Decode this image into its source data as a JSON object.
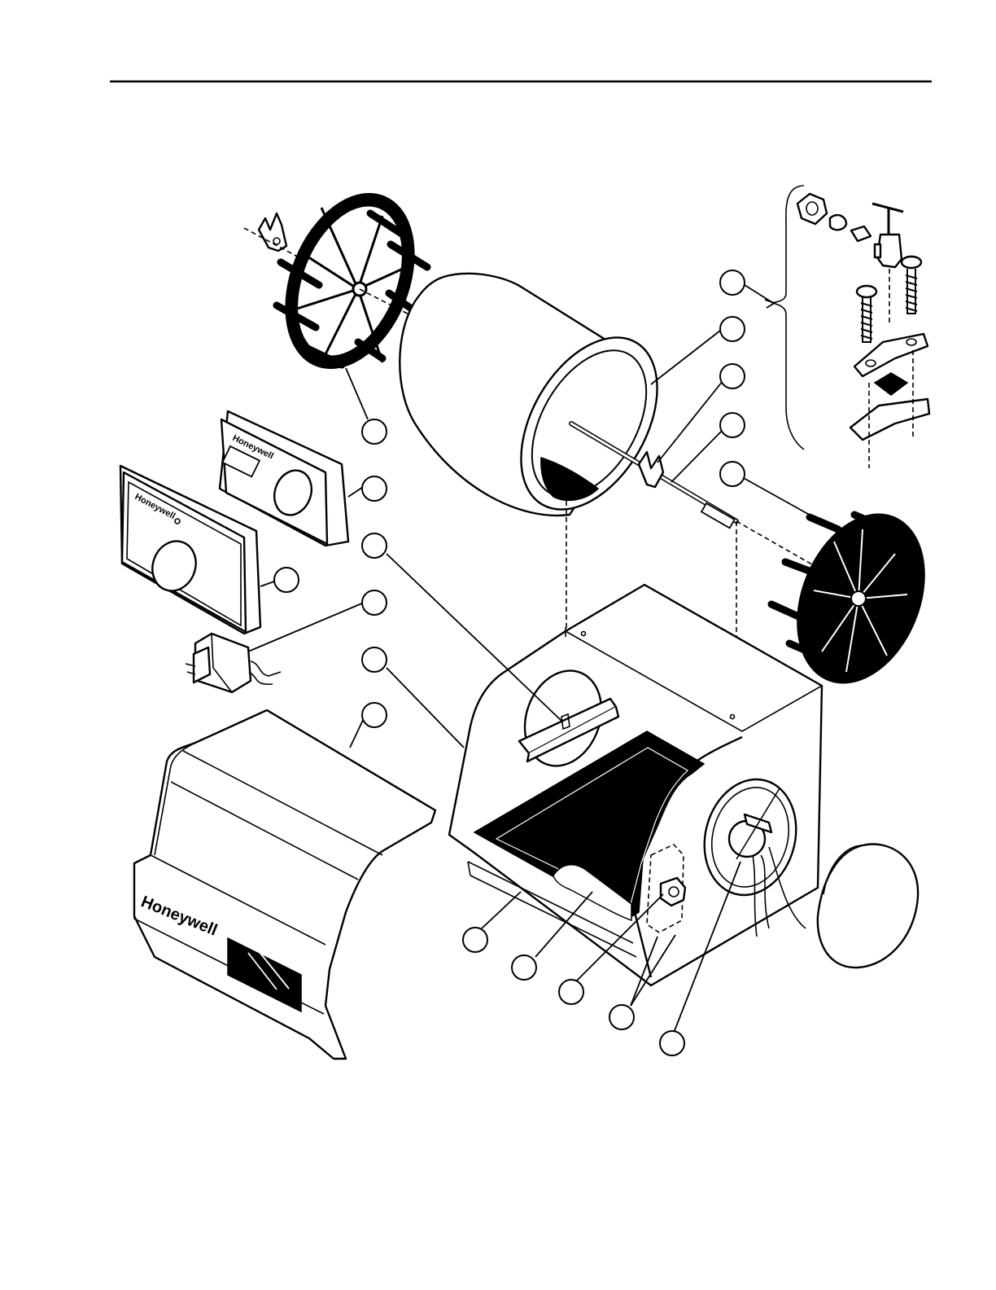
{
  "brand": {
    "logo_small_thermostat": "Honeywell",
    "logo_large_thermostat": "Honeywell",
    "logo_cover": "Honeywell"
  },
  "callouts": [
    {
      "id": "c1",
      "label": ""
    },
    {
      "id": "c2",
      "label": ""
    },
    {
      "id": "c3",
      "label": ""
    },
    {
      "id": "c4",
      "label": ""
    },
    {
      "id": "c5",
      "label": ""
    },
    {
      "id": "c6",
      "label": ""
    },
    {
      "id": "c7",
      "label": ""
    },
    {
      "id": "c8",
      "label": ""
    },
    {
      "id": "c9",
      "label": ""
    },
    {
      "id": "c10",
      "label": ""
    },
    {
      "id": "c11",
      "label": ""
    },
    {
      "id": "c12",
      "label": ""
    },
    {
      "id": "c13",
      "label": ""
    },
    {
      "id": "c14",
      "label": ""
    },
    {
      "id": "c15",
      "label": ""
    },
    {
      "id": "c16",
      "label": ""
    },
    {
      "id": "c17",
      "label": ""
    },
    {
      "id": "c18",
      "label": ""
    }
  ],
  "colors": {
    "ink": "#000000",
    "paper": "#ffffff"
  }
}
